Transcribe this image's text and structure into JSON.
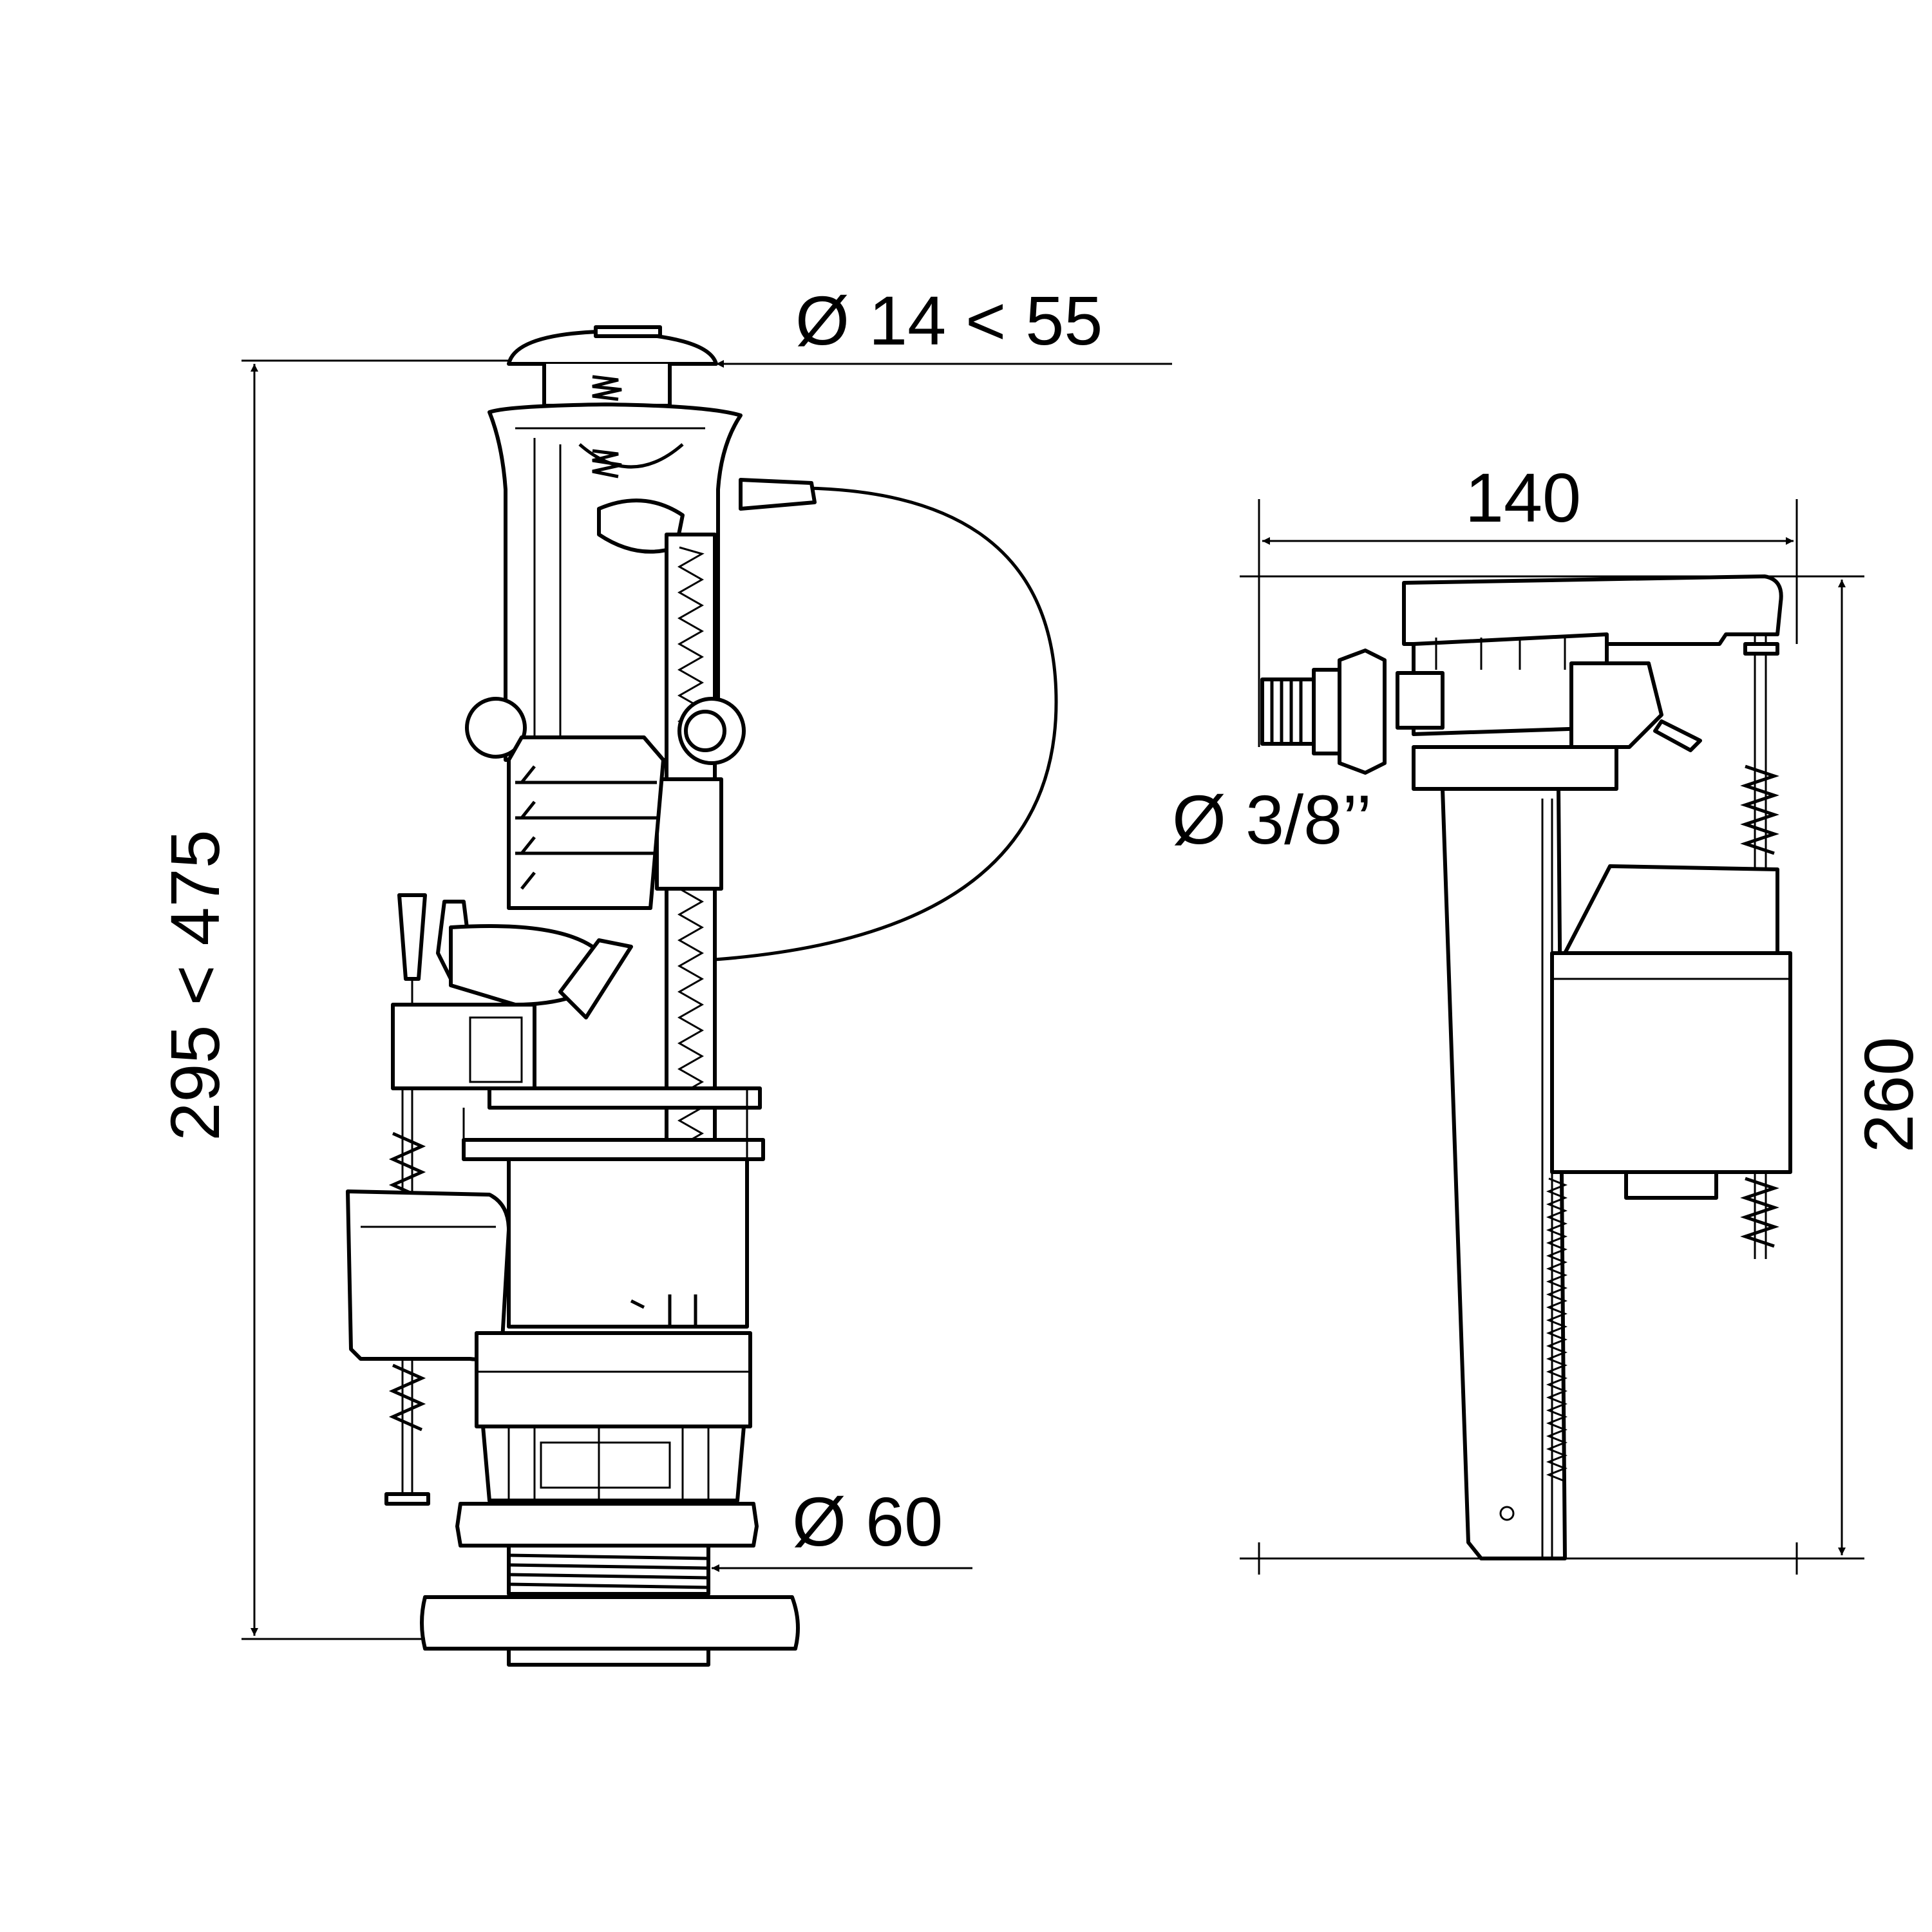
{
  "dimensions": {
    "button_diameter": "Ø 14 < 55",
    "flush_height": "295 < 475",
    "outlet_diameter": "Ø 60",
    "fill_width": "140",
    "inlet_diameter": "Ø 3/8’’",
    "fill_height": "260"
  },
  "colors": {
    "line": "#000000",
    "background": "#ffffff"
  }
}
